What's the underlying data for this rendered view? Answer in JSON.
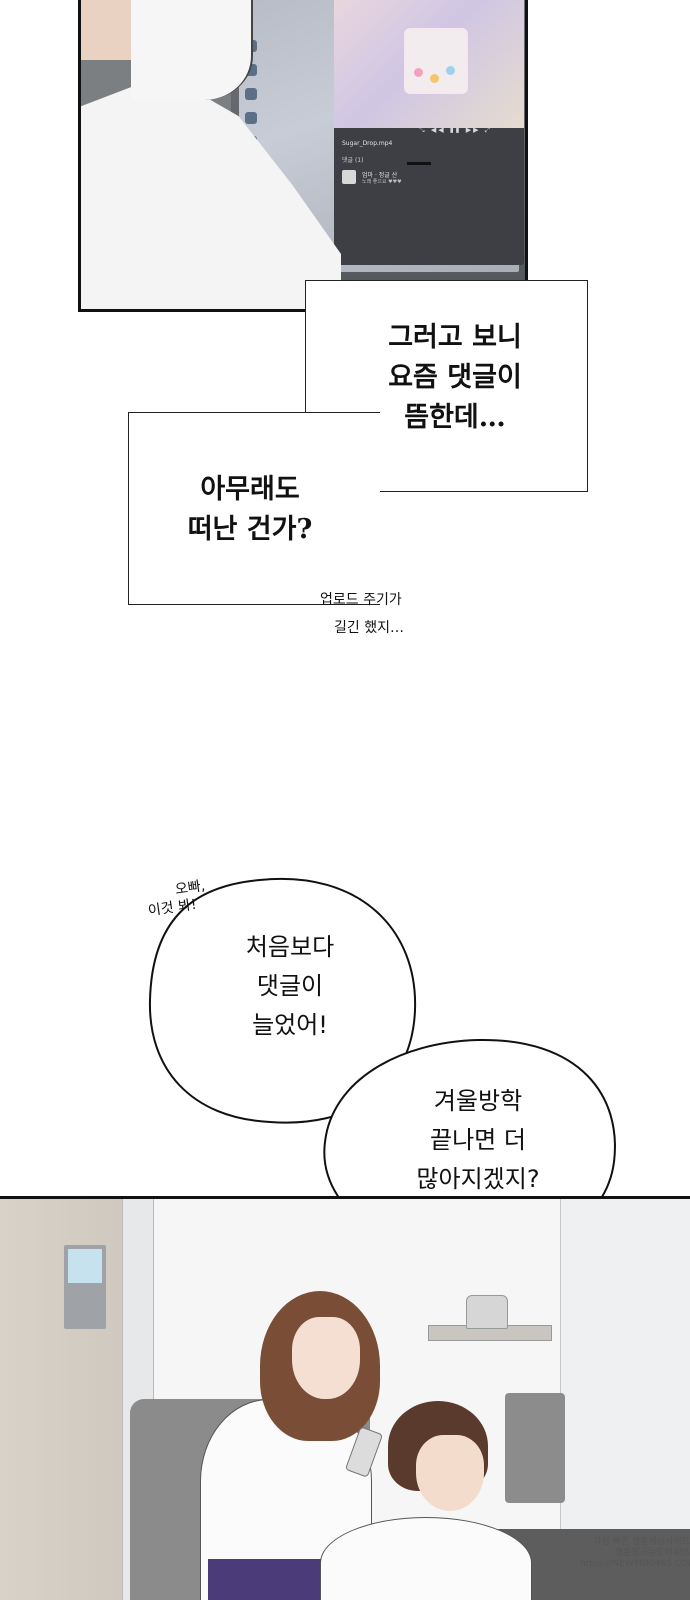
{
  "top_panel": {
    "video": {
      "file_name": "Sugar_Drop.mp4",
      "controls": "⤡ ◀◀ ▮▮ ▶▶ ⤢",
      "comment_count": "댓글 (1)",
      "comment_author": "엄마 · 정글 산",
      "comment_text": "노래 좋으요 ♥♥♥"
    }
  },
  "captions": {
    "right": [
      "그러고 보니",
      "요즘 댓글이",
      "뜸한데…"
    ],
    "left": [
      "아무래도",
      "떠난 건가?"
    ]
  },
  "handwritten": {
    "monologue": [
      "업로드 주기가",
      "길긴 했지…"
    ],
    "shout": [
      "오빠,",
      "이것 봐!"
    ]
  },
  "speech": {
    "bubble1": [
      "처음보다",
      "댓글이",
      "늘었어!"
    ],
    "bubble2": [
      "겨울방학",
      "끝나면 더",
      "많아지겠지?"
    ]
  },
  "watermark": [
    "가장 빠른 웹툰제공사이트",
    "웹툰왕국뉴토끼465",
    "https://NEWTOKI465.COM"
  ],
  "colors": {
    "ink": "#111111",
    "panel_border": "#111111",
    "girl_hair": "#7a4d36",
    "boy_hair": "#5a3a2c"
  }
}
